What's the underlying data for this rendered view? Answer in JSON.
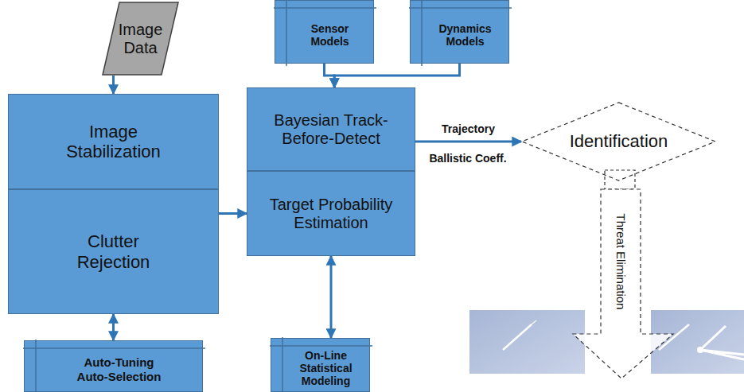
{
  "diagram": {
    "nodes": [
      {
        "text": [
          "Image Data"
        ]
      },
      {
        "text": [
          "Sensor Models"
        ]
      },
      {
        "text": [
          "Dynamics Models"
        ]
      },
      {
        "text": [
          "Image Stabilization"
        ]
      },
      {
        "text": [
          "Clutter Rejection"
        ]
      },
      {
        "text": [
          "Bayesian Track-Before-Detect"
        ]
      },
      {
        "text": [
          "Target Probability Estimation"
        ]
      },
      {
        "text": [
          "Identification"
        ]
      },
      {
        "text": [
          "Threat Elimination"
        ]
      },
      {
        "text": [
          "Auto-Tuning Auto-Selection"
        ]
      },
      {
        "text": [
          "On-Line Statistical Modeling"
        ]
      }
    ],
    "edges": [
      {
        "from": 0,
        "to": 3,
        "arrow": "to"
      },
      {
        "from": 1,
        "to": 5,
        "arrow": "to"
      },
      {
        "from": 2,
        "to": 5,
        "arrow": "to"
      },
      {
        "from": 4,
        "to": 6,
        "arrow": "to"
      },
      {
        "from": 5,
        "to": 7,
        "label": "Trajectory",
        "arrow": "to"
      },
      {
        "from": 9,
        "to": 4,
        "arrow": "both"
      },
      {
        "from": 10,
        "to": 6,
        "arrow": "both"
      }
    ],
    "labels": [
      "Ballistic Coeff."
    ]
  }
}
